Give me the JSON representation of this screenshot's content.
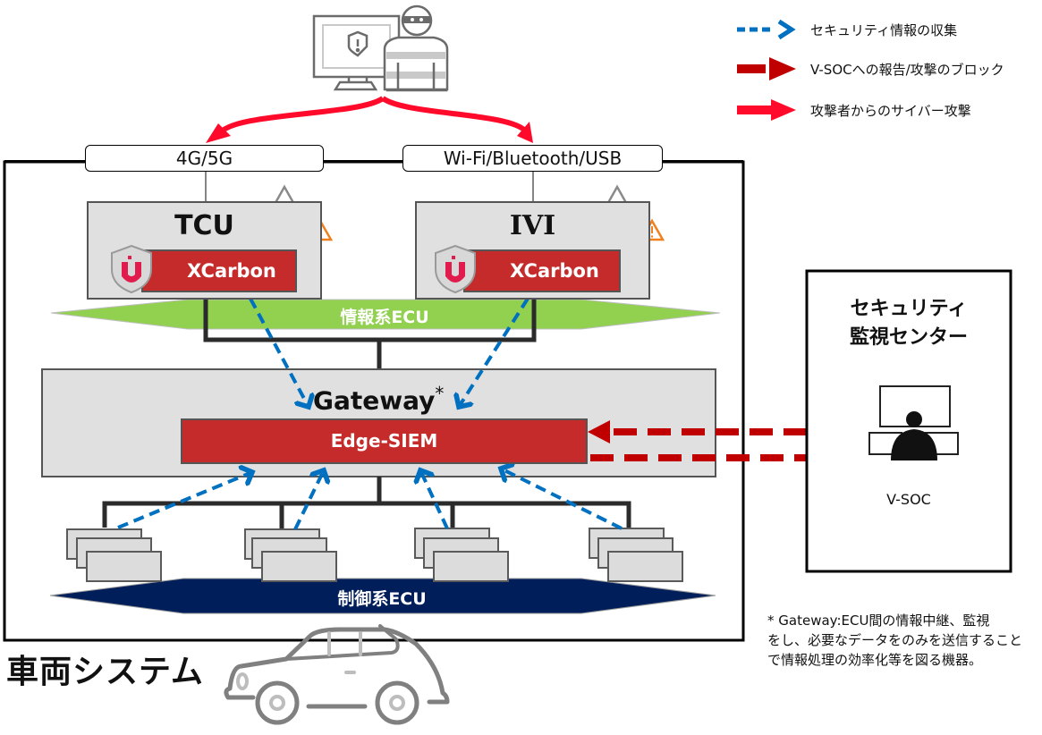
{
  "legend": [
    {
      "icon": "blue-dashed-arrow",
      "label": "セキュリティ情報の収集",
      "color": "#0070c0"
    },
    {
      "icon": "darkred-dashed-arrow",
      "label": "V-SOCへの報告/攻撃のブロック",
      "color": "#c00000"
    },
    {
      "icon": "red-solid-arrow",
      "label": "攻撃者からのサイバー攻撃",
      "color": "#ff0a2a"
    }
  ],
  "attacker": {
    "icon": "hacker-at-computer-icon"
  },
  "interfaces": {
    "left": "4G/5G",
    "right": "Wi-Fi/Bluetooth/USB"
  },
  "vehicle_system": {
    "title": "車両システム",
    "tcu": {
      "title": "TCU",
      "product": "XCarbon"
    },
    "ivi": {
      "title": "IVI",
      "product": "XCarbon"
    },
    "info_ecu_band": "情報系ECU",
    "gateway": {
      "title": "Gateway",
      "asterisk": "*",
      "module": "Edge-SIEM"
    },
    "control_ecu_band": "制御系ECU"
  },
  "soc": {
    "title_line1": "セキュリティ",
    "title_line2": "監視センター",
    "label": "V-SOC"
  },
  "footnote": {
    "line1": "* Gateway:ECU間の情報中継、監視",
    "line2": "をし、必要なデータをのみを送信すること",
    "line3": "で情報処理の効率化等を図る機器。"
  },
  "colors": {
    "blue_arrow": "#0070c0",
    "darkred_arrow": "#c00000",
    "red_arrow": "#ff0a2a",
    "xcarbon_red": "#c62b2b",
    "info_band_green": "#92d050",
    "control_band_navy": "#001e5a",
    "box_gray": "#e0e0e0"
  }
}
